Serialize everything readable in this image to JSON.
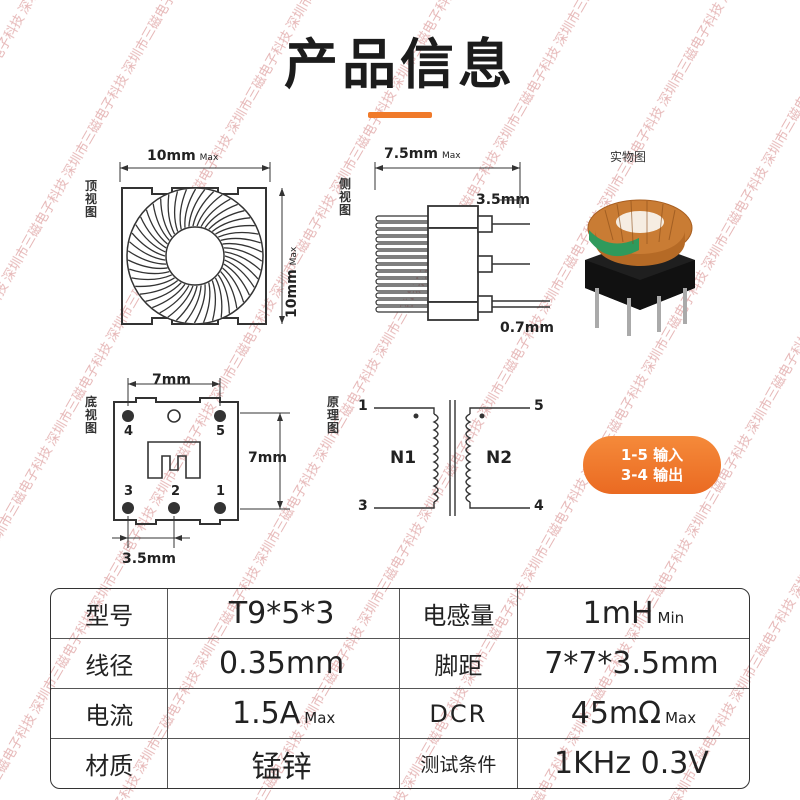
{
  "title": "产品信息",
  "watermark": "深圳市三磁电子科技",
  "views": {
    "top": "顶视图",
    "side": "侧视图",
    "bottom": "底视图",
    "schematic": "原理图",
    "photo": "实物图"
  },
  "dims": {
    "top_width": "10mm",
    "top_width_max": "Max",
    "top_height": "10mm",
    "top_height_max": "Max",
    "side_width": "7.5mm",
    "side_width_max": "Max",
    "side_pin_pitch": "3.5mm",
    "side_pin_dia": "0.7mm",
    "bottom_width": "7mm",
    "bottom_height": "7mm",
    "bottom_pitch": "3.5mm"
  },
  "bottom_pins": [
    "4",
    "5",
    "3",
    "2",
    "1"
  ],
  "schematic": {
    "pin1": "1",
    "pin3": "3",
    "pin5": "5",
    "pin4": "4",
    "n1": "N1",
    "n2": "N2"
  },
  "badge": {
    "line1": "1-5 输入",
    "line2": "3-4 输出"
  },
  "specs": [
    {
      "k1": "型号",
      "v1": "T9*5*3",
      "u1": "",
      "k2": "电感量",
      "v2": "1mH",
      "u2": "Min"
    },
    {
      "k1": "线径",
      "v1": "0.35mm",
      "u1": "",
      "k2": "脚距",
      "v2": "7*7*3.5mm",
      "u2": ""
    },
    {
      "k1": "电流",
      "v1": "1.5A",
      "u1": "Max",
      "k2": "DCR",
      "v2": "45mΩ",
      "u2": "Max"
    },
    {
      "k1": "材质",
      "v1": "锰锌",
      "u1": "",
      "k2": "测试条件",
      "v2": "1KHz  0.3V",
      "u2": ""
    }
  ],
  "colors": {
    "accent": "#f07a2a",
    "watermark": "#e8b9b9",
    "copper": "#c9803a",
    "core": "#3aa56a"
  }
}
